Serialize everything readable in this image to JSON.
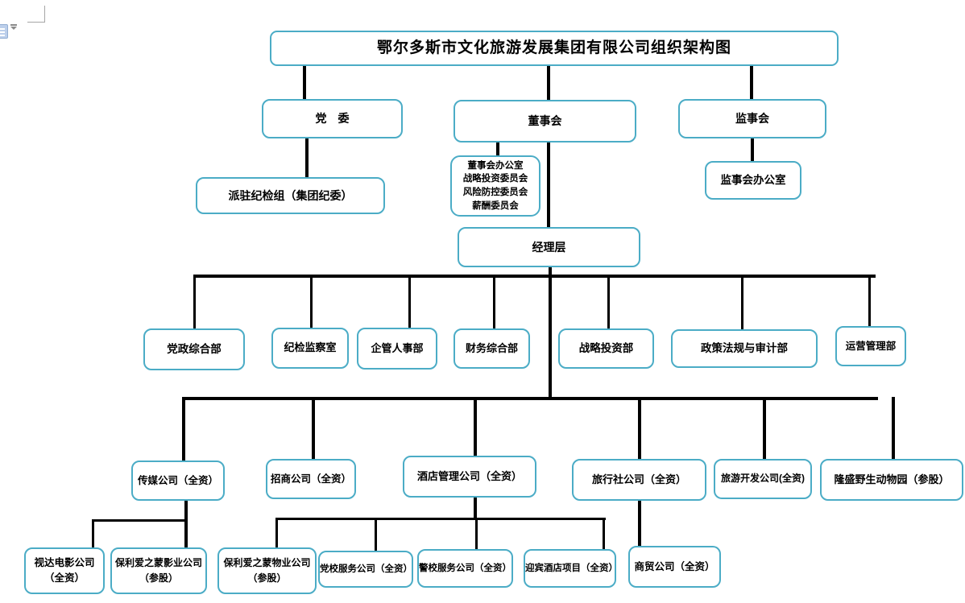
{
  "document": {
    "title_box": "鄂尔多斯市文化旅游发展集团有限公司组织架构图",
    "colors": {
      "box_border": "#4BACC6",
      "connector": "#000000",
      "text": "#000000",
      "page_background": "#FFFFFF",
      "margin_mark": "#A6A6A6"
    },
    "icons": [
      "paste-options-icon",
      "chevron-down-icon",
      "page-margin-corner-mark"
    ]
  },
  "chart_data": {
    "type": "org-chart",
    "title": "鄂尔多斯市文化旅游发展集团有限公司组织架构图",
    "edges": [
      [
        "title",
        "dangwei"
      ],
      [
        "title",
        "dongshihui"
      ],
      [
        "title",
        "jianshihui"
      ],
      [
        "dangwei",
        "paizhu"
      ],
      [
        "dongshihui",
        "weiyuanhui"
      ],
      [
        "dongshihui",
        "jingliceng"
      ],
      [
        "jianshihui",
        "jshoffice"
      ],
      [
        "jingliceng",
        "d1"
      ],
      [
        "jingliceng",
        "d2"
      ],
      [
        "jingliceng",
        "d3"
      ],
      [
        "jingliceng",
        "d4"
      ],
      [
        "jingliceng",
        "d5"
      ],
      [
        "jingliceng",
        "d6"
      ],
      [
        "jingliceng",
        "d7"
      ],
      [
        "jingliceng",
        "s1"
      ],
      [
        "jingliceng",
        "s2"
      ],
      [
        "jingliceng",
        "s3"
      ],
      [
        "jingliceng",
        "s4"
      ],
      [
        "jingliceng",
        "s5"
      ],
      [
        "jingliceng",
        "s6"
      ],
      [
        "s1",
        "b1"
      ],
      [
        "s1",
        "b2"
      ],
      [
        "s3",
        "b3"
      ],
      [
        "s3",
        "b4"
      ],
      [
        "s3",
        "b5"
      ],
      [
        "s3",
        "b6"
      ],
      [
        "s4",
        "b7"
      ]
    ]
  },
  "nodes": {
    "title": {
      "label": "鄂尔多斯市文化旅游发展集团有限公司组织架构图"
    },
    "dangwei": {
      "label": "党　委"
    },
    "dongshihui": {
      "label": "董事会"
    },
    "jianshihui": {
      "label": "监事会"
    },
    "paizhu": {
      "label": "派驻纪检组（集团纪委）"
    },
    "weiyuanhui": {
      "label": "董事会办公室\n战略投资委员会\n风险防控委员会\n薪酬委员会"
    },
    "jshoffice": {
      "label": "监事会办公室"
    },
    "jingliceng": {
      "label": "经理层"
    },
    "d1": {
      "label": "党政综合部"
    },
    "d2": {
      "label": "纪检监察室"
    },
    "d3": {
      "label": "企管人事部"
    },
    "d4": {
      "label": "财务综合部"
    },
    "d5": {
      "label": "战略投资部"
    },
    "d6": {
      "label": "政策法规与审计部"
    },
    "d7": {
      "label": "运营管理部"
    },
    "s1": {
      "label": "传媒公司（全资）"
    },
    "s2": {
      "label": "招商公司（全资）"
    },
    "s3": {
      "label": "酒店管理公司（全资）"
    },
    "s4": {
      "label": "旅行社公司（全资）"
    },
    "s5": {
      "label": "旅游开发公司(全资)"
    },
    "s6": {
      "label": "隆盛野生动物园（参股）"
    },
    "b1": {
      "label": "视达电影公司\n（全资）"
    },
    "b2": {
      "label": "保利爱之蒙影业公司\n（参股）"
    },
    "b3": {
      "label": "保利爱之蒙物业公司\n（参股）"
    },
    "b4": {
      "label": "党校服务公司（全资）"
    },
    "b5": {
      "label": "警校服务公司（全资）"
    },
    "b6": {
      "label": "迎宾酒店项目（全资）"
    },
    "b7": {
      "label": "商贸公司（全资）"
    }
  }
}
